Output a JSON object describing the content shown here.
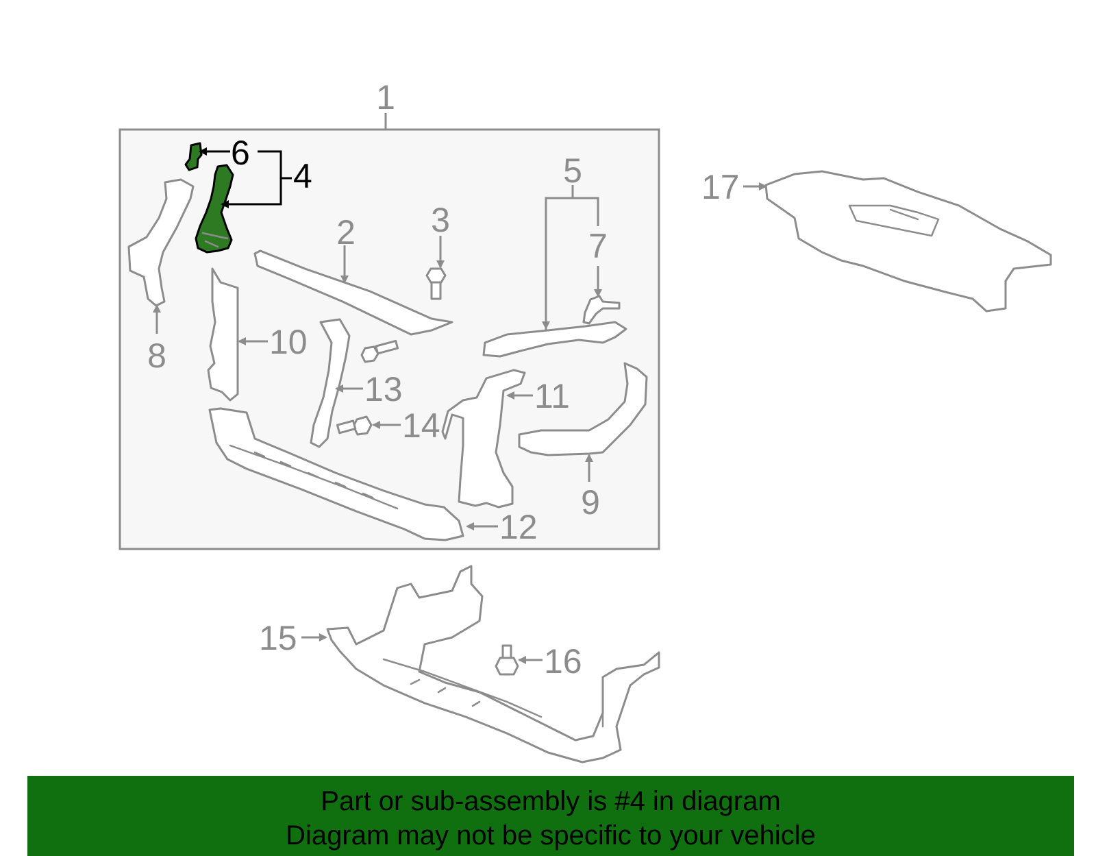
{
  "diagram": {
    "callouts": {
      "c1": "1",
      "c2": "2",
      "c3": "3",
      "c4": "4",
      "c5": "5",
      "c6": "6",
      "c7": "7",
      "c8": "8",
      "c9": "9",
      "c10": "10",
      "c11": "11",
      "c12": "12",
      "c13": "13",
      "c14": "14",
      "c15": "15",
      "c16": "16",
      "c17": "17"
    },
    "highlighted_part": "4",
    "colors": {
      "highlight": "#2d7a23",
      "banner": "#107010",
      "line": "#8c8c8c",
      "panel": "#f7f7f7"
    }
  },
  "banner": {
    "line1": "Part or sub-assembly is #4 in diagram",
    "line2": "Diagram may not be specific to your vehicle"
  }
}
